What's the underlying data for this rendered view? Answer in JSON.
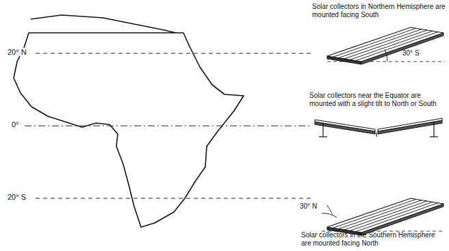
{
  "diagram": {
    "labels": [
      "20° N",
      "0°",
      "20° S",
      "Solar collectors in Northern Hemisphere are mounted facing South",
      "30° S",
      "Solar collectors near the Equator are mounted with a slight tilt to North or South",
      "Solar collectors in the Southern Hemisphere are mounted facing North",
      "30° N"
    ]
  }
}
